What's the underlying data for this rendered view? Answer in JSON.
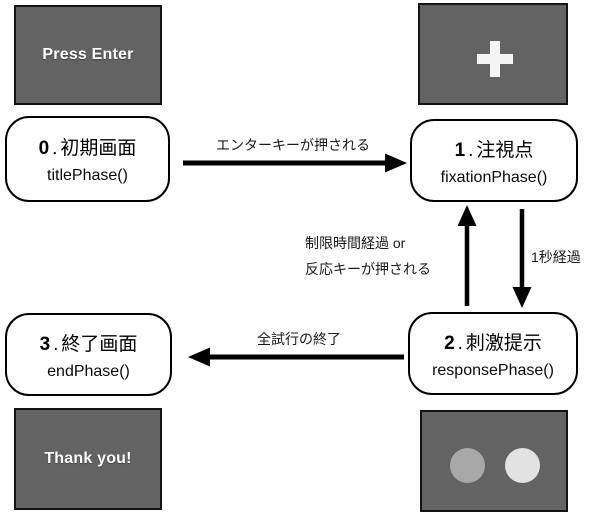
{
  "screens": {
    "title": {
      "label": "Press Enter"
    },
    "fixation": {
      "icon": "plus-cross-icon"
    },
    "thanks": {
      "label": "Thank you!"
    },
    "stimulus": {
      "left_circle_color": "#a8a8a8",
      "right_circle_color": "#e2e2e2"
    }
  },
  "separator": ".",
  "states": [
    {
      "number": "0",
      "name": "初期画面",
      "func": "titlePhase()"
    },
    {
      "number": "1",
      "name": "注視点",
      "func": "fixationPhase()"
    },
    {
      "number": "2",
      "name": "刺激提示",
      "func": "responsePhase()"
    },
    {
      "number": "3",
      "name": "終了画面",
      "func": "endPhase()"
    }
  ],
  "transitions": {
    "enter_pressed": "エンターキーが押される",
    "one_second": "1秒経過",
    "response_line1": "制限時間経過 or",
    "response_line2": "反応キーが押される",
    "all_trials_end": "全試行の終了"
  },
  "colors": {
    "screen_bg": "#636363",
    "screen_text": "#ffffff",
    "line": "#000000"
  }
}
